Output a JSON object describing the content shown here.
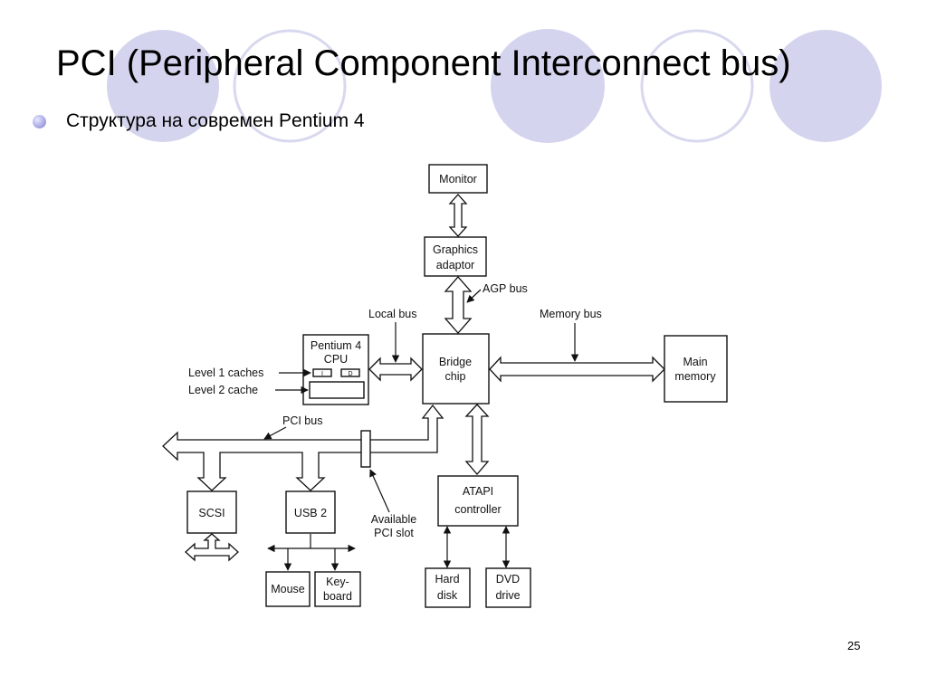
{
  "slide": {
    "title": "PCI (Peripheral Component Interconnect bus)",
    "bullet": "Структура на современ Pentium 4",
    "page_number": "25",
    "accent_color": "#d4d4ee",
    "ring_color": "#d8d8ef",
    "bullet_icon": "bullet-dot-icon"
  },
  "diagram": {
    "monitor": "Monitor",
    "graphics_line1": "Graphics",
    "graphics_line2": "adaptor",
    "agp_bus": "AGP bus",
    "local_bus": "Local bus",
    "memory_bus": "Memory bus",
    "cpu_line1": "Pentium 4",
    "cpu_line2": "CPU",
    "l1_label": "Level 1 caches",
    "l2_label": "Level 2 cache",
    "cache_i": "I",
    "cache_d": "D",
    "bridge_line1": "Bridge",
    "bridge_line2": "chip",
    "memory_line1": "Main",
    "memory_line2": "memory",
    "pci_bus": "PCI bus",
    "scsi": "SCSI",
    "usb": "USB 2",
    "slot_line1": "Available",
    "slot_line2": "PCI slot",
    "atapi_line1": "ATAPI",
    "atapi_line2": "controller",
    "mouse": "Mouse",
    "keyboard_line1": "Key-",
    "keyboard_line2": "board",
    "hdd_line1": "Hard",
    "hdd_line2": "disk",
    "dvd_line1": "DVD",
    "dvd_line2": "drive"
  }
}
